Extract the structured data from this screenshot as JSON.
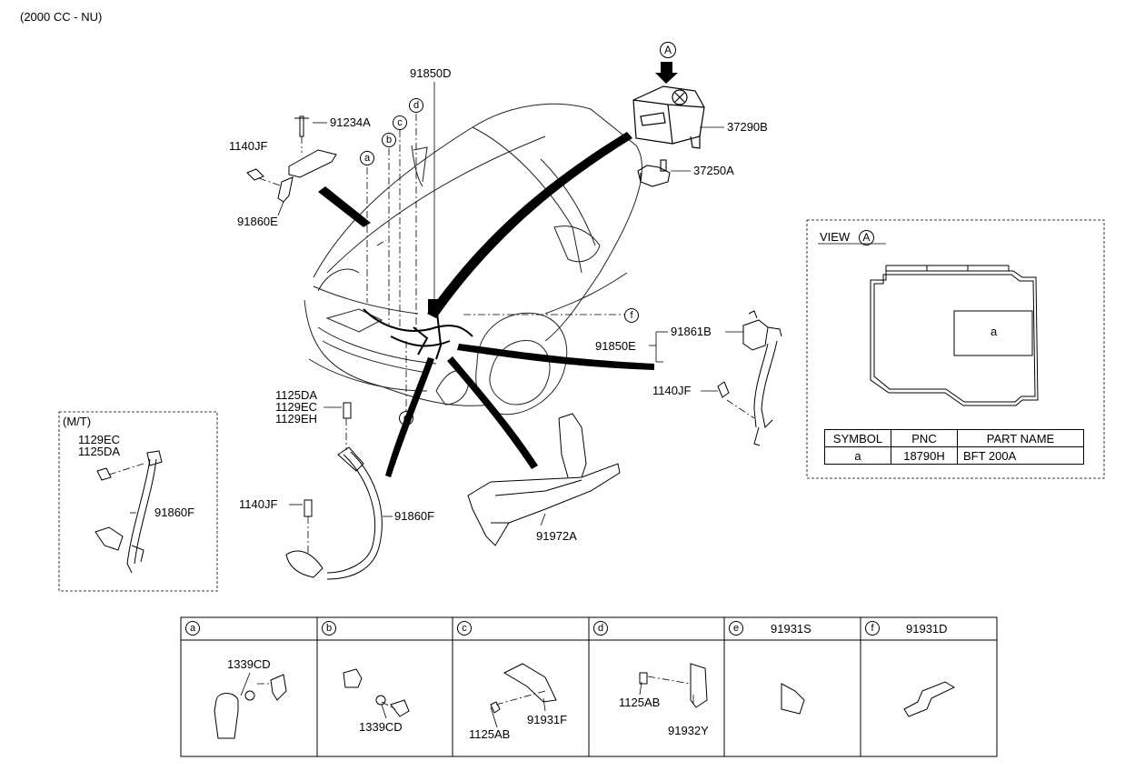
{
  "header_note": "(2000 CC - NU)",
  "view": {
    "title": "VIEW",
    "marker": "A",
    "box_label": "a"
  },
  "symbol_table": {
    "columns": [
      "SYMBOL",
      "PNC",
      "PART NAME"
    ],
    "rows": [
      {
        "symbol": "a",
        "pnc": "18790H",
        "part_name": "BFT 200A"
      }
    ]
  },
  "callout_letters": {
    "a": "a",
    "b": "b",
    "c": "c",
    "d": "d",
    "e": "e",
    "f": "f",
    "A": "A"
  },
  "parts": {
    "p91850D": "91850D",
    "p37290B": "37290B",
    "p37250A": "37250A",
    "p91234A": "91234A",
    "p1140JF_top": "1140JF",
    "p91860E": "91860E",
    "p91861B": "91861B",
    "p91850E": "91850E",
    "p1140JF_right": "1140JF",
    "p1125DA": "1125DA",
    "p1129EC": "1129EC",
    "p1129EH": "1129EH",
    "p1140JF_bottom": "1140JF",
    "p91860F": "91860F",
    "p91972A": "91972A"
  },
  "mt_box": {
    "title": "(M/T)",
    "p1129EC": "1129EC",
    "p1125DA": "1125DA",
    "p91860F": "91860F"
  },
  "detail_table": {
    "headers": [
      {
        "letter": "a",
        "pnc": ""
      },
      {
        "letter": "b",
        "pnc": ""
      },
      {
        "letter": "c",
        "pnc": ""
      },
      {
        "letter": "d",
        "pnc": ""
      },
      {
        "letter": "e",
        "pnc": "91931S"
      },
      {
        "letter": "f",
        "pnc": "91931D"
      }
    ],
    "labels": {
      "a_1339CD": "1339CD",
      "b_1339CD": "1339CD",
      "c_1125AB": "1125AB",
      "c_91931F": "91931F",
      "d_1125AB": "1125AB",
      "d_91932Y": "91932Y"
    }
  }
}
